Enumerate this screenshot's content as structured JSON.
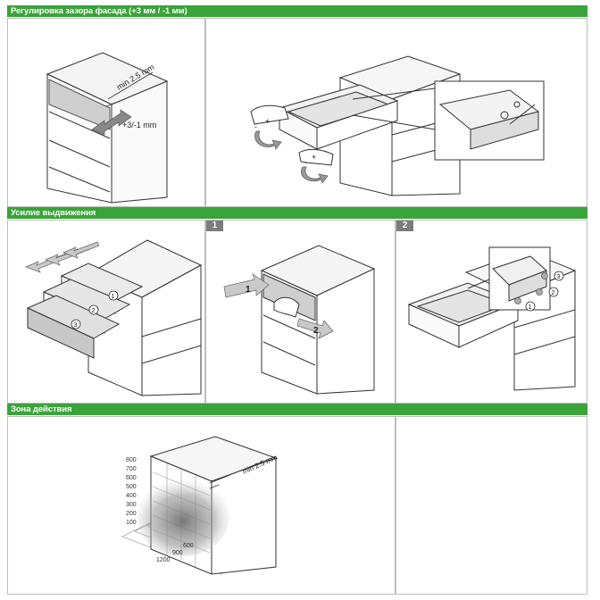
{
  "sections": {
    "facade_gap": "Регулировка зазора фасада (+3 мм / -1 мм)",
    "extension_force": "Усилие выдвижения",
    "action_zone": "Зона действия"
  },
  "labels": {
    "min_gap": "min 2.5 mm",
    "adjust_range": "+3/-1 mm",
    "plus": "+",
    "minus": "-",
    "step1": "1",
    "step2": "2",
    "c1": "1",
    "c2": "2",
    "c3": "3"
  },
  "zone_scale": {
    "heights": [
      "800",
      "700",
      "600",
      "500",
      "400",
      "300",
      "200",
      "100"
    ],
    "widths": [
      "600",
      "900",
      "1200"
    ]
  }
}
